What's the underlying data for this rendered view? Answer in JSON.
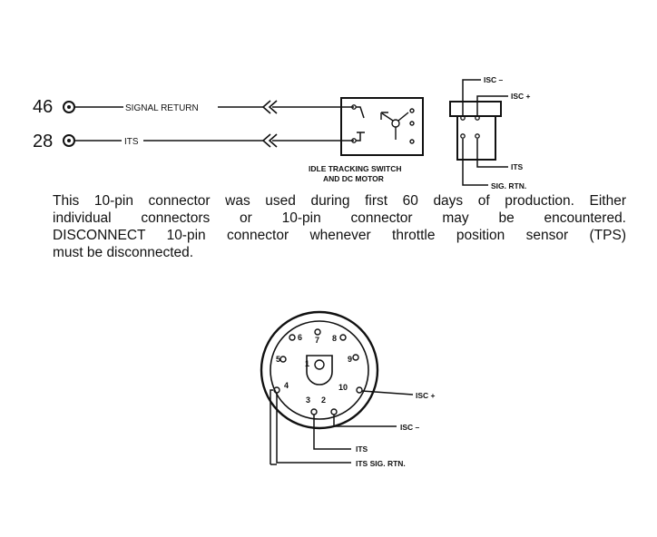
{
  "wiring": {
    "pin_signal_return": "46",
    "pin_its": "28",
    "label_signal_return": "SIGNAL RETURN",
    "label_its": "ITS",
    "component_line1": "IDLE TRACKING SWITCH",
    "component_line2": "AND DC MOTOR"
  },
  "individual_connector": {
    "isc_minus": "ISC –",
    "isc_plus": "ISC +",
    "its": "ITS",
    "sig_rtn": "SIG. RTN."
  },
  "caption": {
    "line1": "This 10-pin connector was used during first 60 days of production. Either",
    "line2": "individual connectors or 10-pin connector may be encountered.",
    "line3": "DISCONNECT 10-pin connector whenever throttle position sensor (TPS)",
    "line4": "must be disconnected."
  },
  "ten_pin_connector": {
    "pin_numbers": [
      "1",
      "2",
      "3",
      "4",
      "5",
      "6",
      "7",
      "8",
      "9",
      "10"
    ],
    "isc_plus": "ISC +",
    "isc_minus": "ISC –",
    "its": "ITS",
    "its_sig_rtn": "ITS SIG. RTN."
  }
}
